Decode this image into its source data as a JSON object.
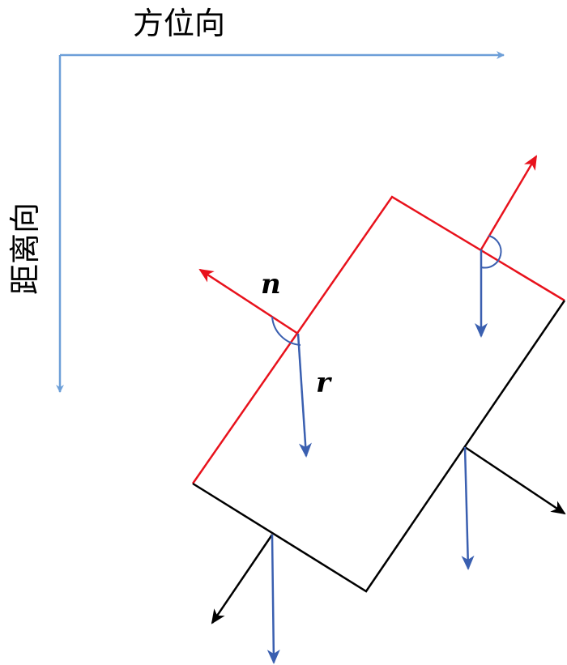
{
  "axes": {
    "azimuth_label": "方位向",
    "range_label": "距离向"
  },
  "vectors": {
    "normal_label": "n",
    "ray_label": "r"
  },
  "colors": {
    "axis": "#6d9fd8",
    "illuminated_edge": "#e8121c",
    "shadow_edge": "#000000",
    "ray": "#3a5fb0",
    "angle_arc": "#3a5fb0"
  }
}
